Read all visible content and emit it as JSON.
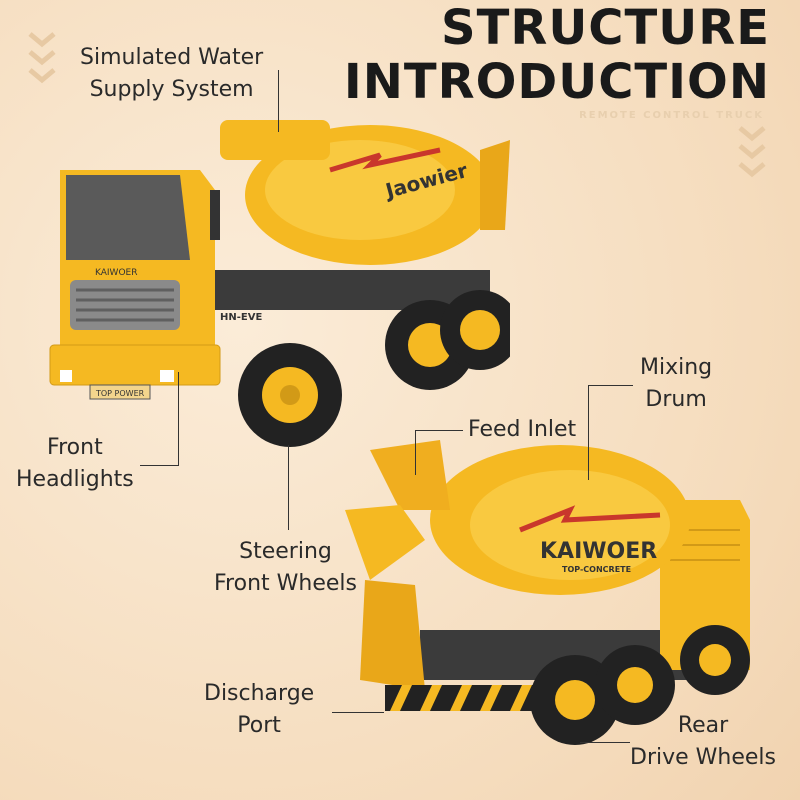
{
  "title": {
    "line1": "STRUCTURE",
    "line2": "INTRODUCTION",
    "subtitle": "REMOTE CONTROL TRUCK"
  },
  "labels": {
    "water_supply": [
      "Simulated Water",
      "Supply System"
    ],
    "mixing_drum": [
      "Mixing",
      "Drum"
    ],
    "feed_inlet": "Feed Inlet",
    "front_headlights": [
      "Front",
      "Headlights"
    ],
    "steering_front_wheels": [
      "Steering",
      "Front Wheels"
    ],
    "discharge_port": [
      "Discharge",
      "Port"
    ],
    "rear_drive_wheels": [
      "Rear",
      "Drive Wheels"
    ]
  },
  "truck_markings": {
    "front_plate": "HN-EVE",
    "front_brand": "KAIWOER",
    "front_bumper": "TOP POWER",
    "drum_brand_front": "Jaowier",
    "drum_brand_rear": "KAIWOER",
    "drum_slogan_rear": "TOP-CONCRETE"
  },
  "colors": {
    "background": "#f5dcbd",
    "truck_yellow": "#f5b922",
    "chassis": "#3b3b3b",
    "text": "#2a2a2a",
    "accent_red": "#c9372c"
  }
}
